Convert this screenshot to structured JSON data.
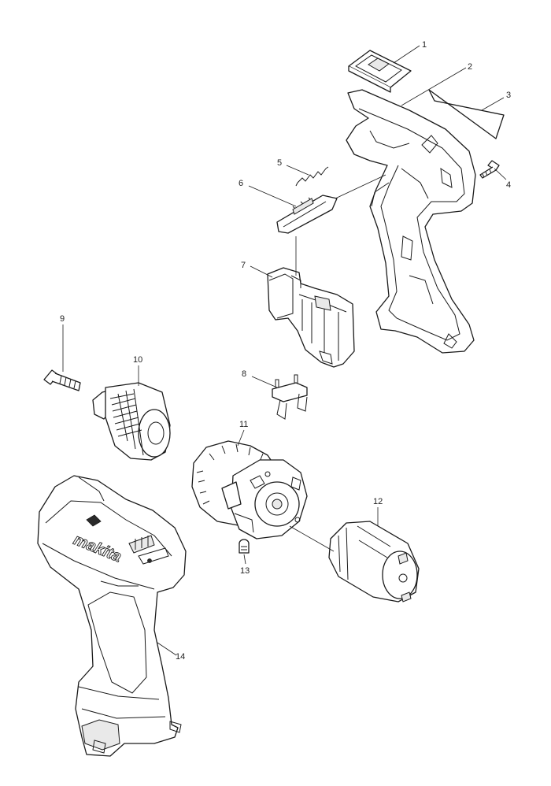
{
  "callouts": [
    "1",
    "2",
    "3",
    "4",
    "5",
    "6",
    "7",
    "8",
    "9",
    "10",
    "11",
    "12",
    "13",
    "14"
  ],
  "brand_mark": "makita"
}
